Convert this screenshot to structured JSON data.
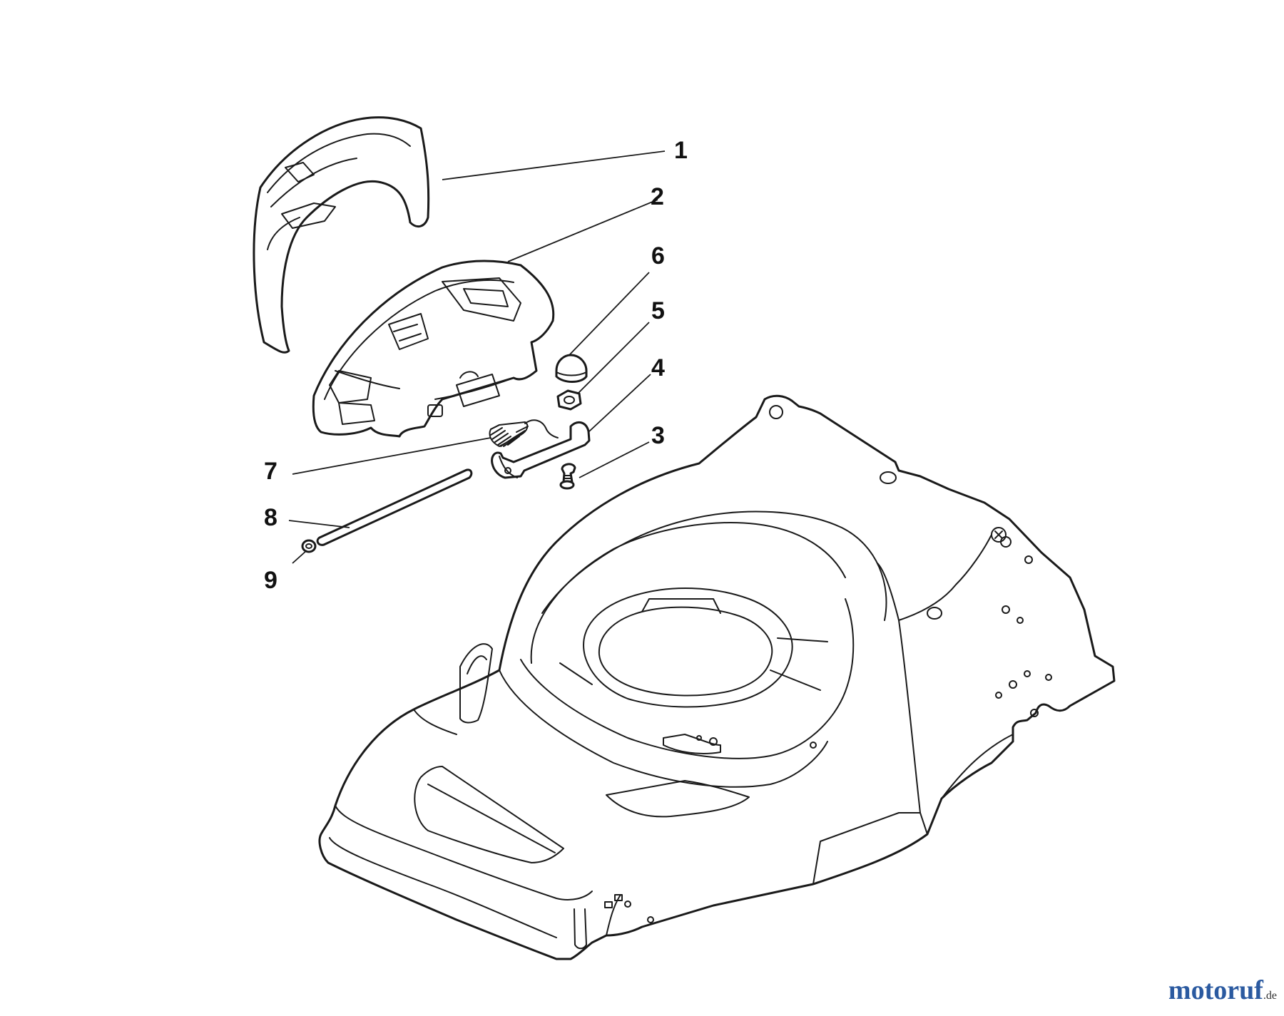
{
  "callouts": [
    {
      "id": "1",
      "label": "1"
    },
    {
      "id": "2",
      "label": "2"
    },
    {
      "id": "3",
      "label": "3"
    },
    {
      "id": "4",
      "label": "4"
    },
    {
      "id": "5",
      "label": "5"
    },
    {
      "id": "6",
      "label": "6"
    },
    {
      "id": "7",
      "label": "7"
    },
    {
      "id": "8",
      "label": "8"
    },
    {
      "id": "9",
      "label": "9"
    }
  ],
  "watermark": {
    "name": "motoruf",
    "tld": ".de",
    "color": "#2b5aa0"
  },
  "colors": {
    "line": "#1a1a1a",
    "background": "#ffffff"
  }
}
